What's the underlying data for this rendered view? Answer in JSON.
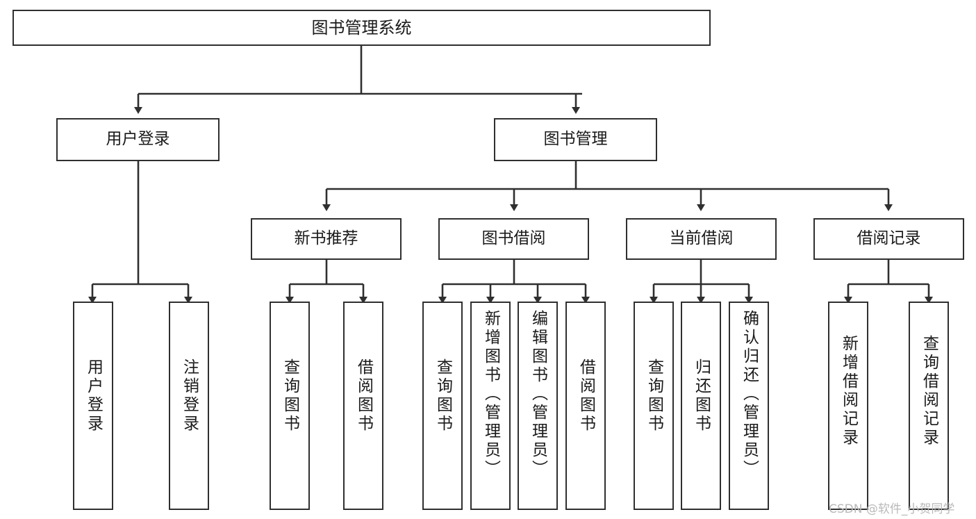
{
  "diagram": {
    "title": "图书管理系统",
    "root": {
      "label": "图书管理系统"
    },
    "level2": [
      {
        "label": "用户登录"
      },
      {
        "label": "图书管理"
      }
    ],
    "level3": [
      {
        "label": "新书推荐"
      },
      {
        "label": "图书借阅"
      },
      {
        "label": "当前借阅"
      },
      {
        "label": "借阅记录"
      }
    ],
    "leaves": {
      "user_login": [
        {
          "label": "用户登录"
        },
        {
          "label": "注销登录"
        }
      ],
      "new_book_recommend": [
        {
          "label": "查询图书"
        },
        {
          "label": "借阅图书"
        }
      ],
      "book_borrow": [
        {
          "label": "查询图书"
        },
        {
          "label": "新增图书（管理员）"
        },
        {
          "label": "编辑图书（管理员）"
        },
        {
          "label": "借阅图书"
        }
      ],
      "current_borrow": [
        {
          "label": "查询图书"
        },
        {
          "label": "归还图书"
        },
        {
          "label": "确认归还（管理员）"
        }
      ],
      "borrow_record": [
        {
          "label": "新增借阅记录"
        },
        {
          "label": "查询借阅记录"
        }
      ]
    }
  },
  "watermark": {
    "text": "CSDN @软件_小贺同学"
  },
  "colors": {
    "stroke": "#2f2f2f",
    "background": "#ffffff",
    "text": "#1a1a1a",
    "watermark": "#b9b9b9"
  }
}
